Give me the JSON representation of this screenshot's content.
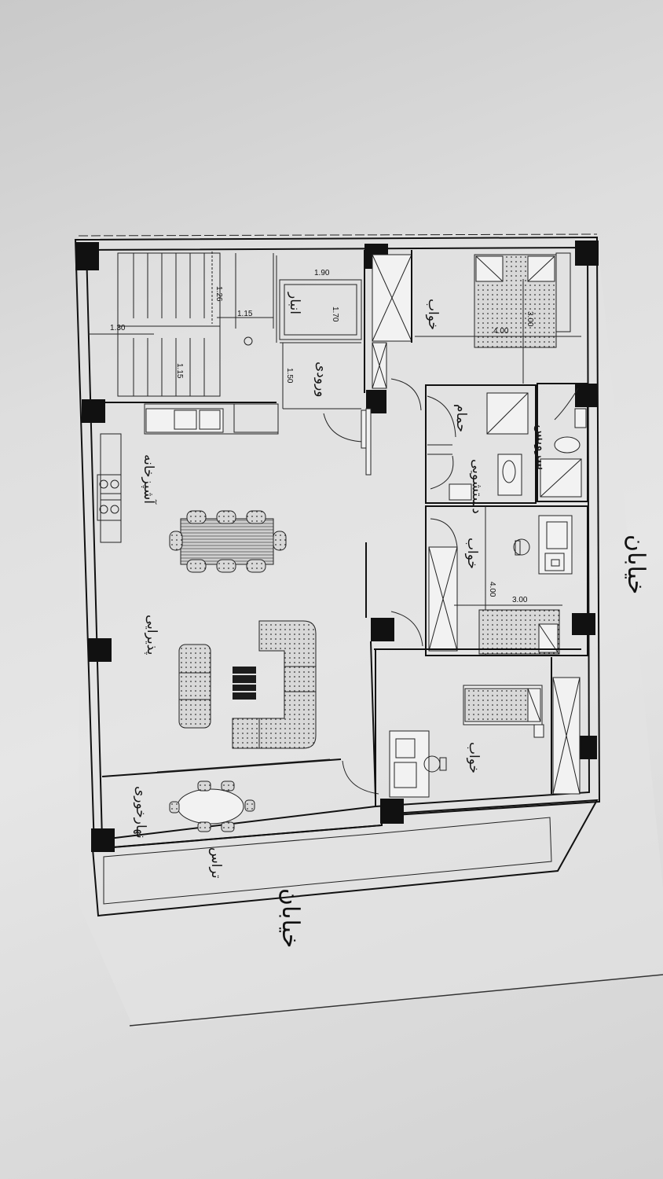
{
  "plan": {
    "dimensions": {
      "d190": "1.90",
      "d170": "1.70",
      "d126": "1.26",
      "d115a": "1.15",
      "d130": "1.30",
      "d115b": "1.15",
      "d150": "1.50",
      "d300a": "3.00",
      "d400a": "4.00",
      "d400b": "4.00",
      "d300b": "3.00"
    },
    "handwritten": {
      "bedroom_top": "خواب",
      "bedroom_mid": "خواب",
      "bedroom_bottom": "خواب",
      "storage": "انبار",
      "entrance": "ورودی",
      "bath": "حمام",
      "wc": "دستشویی",
      "master_bath": "سرویس",
      "kitchen": "آشپزخانه",
      "living": "پذیرایی",
      "dining": "نهارخوری",
      "balcony": "تراس",
      "street_right": "خیابان",
      "street_bottom": "خیابان"
    }
  }
}
